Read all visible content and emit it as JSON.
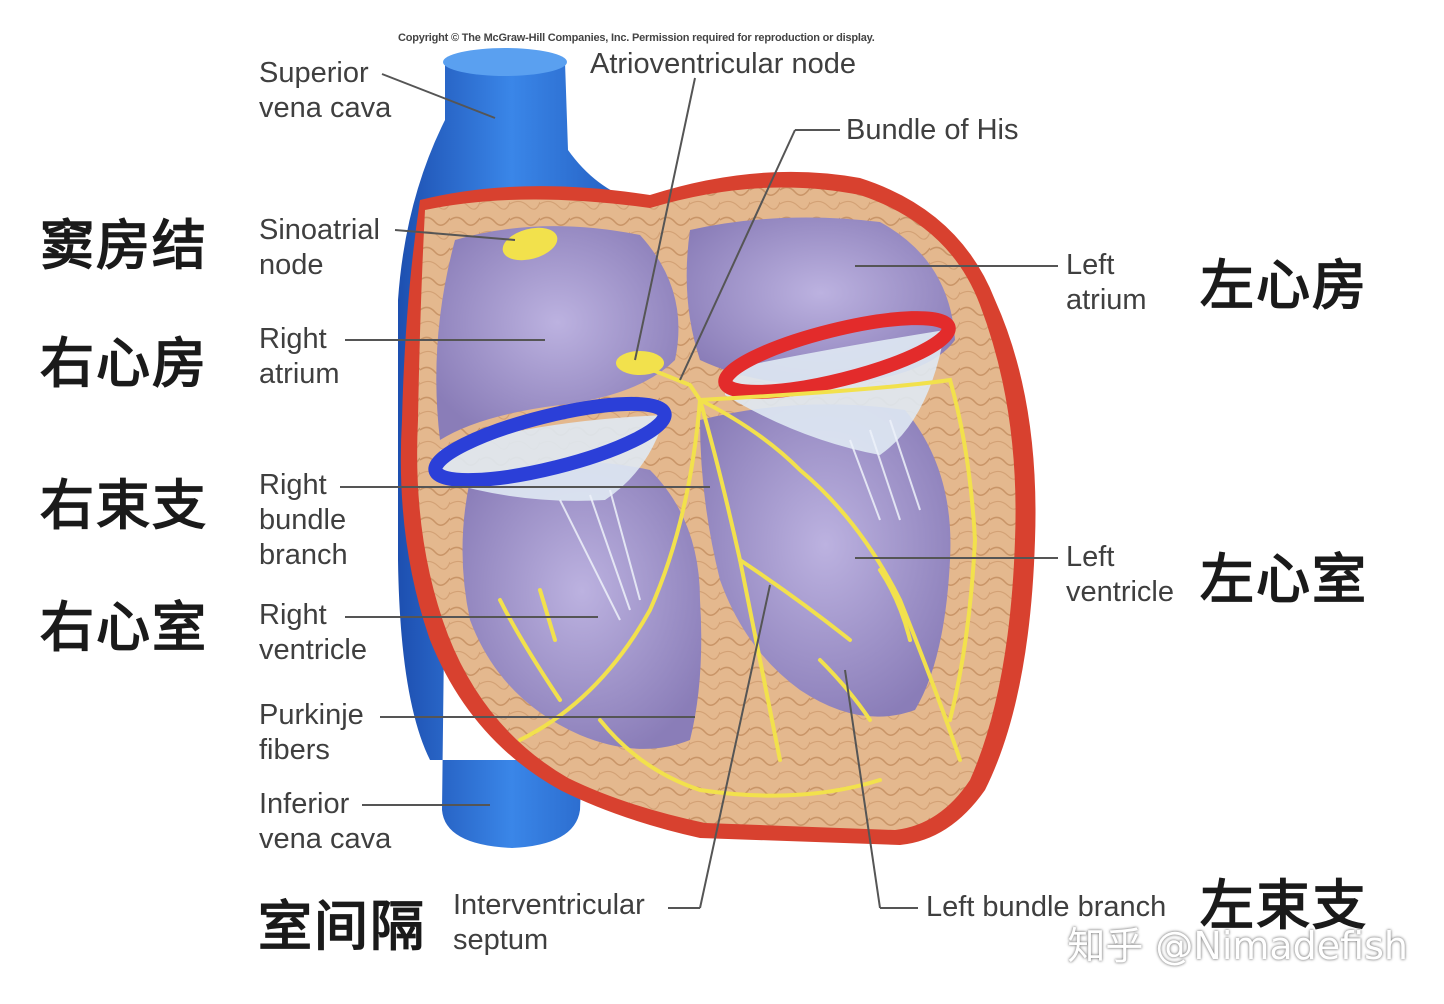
{
  "copyright": "Copyright © The McGraw-Hill Companies, Inc. Permission required for reproduction or display.",
  "labels_en": {
    "superior_vena_cava": [
      "Superior",
      "vena cava"
    ],
    "atrioventricular_node": "Atrioventricular node",
    "bundle_of_his": "Bundle of His",
    "sinoatrial_node": [
      "Sinoatrial",
      "node"
    ],
    "right_atrium": [
      "Right",
      "atrium"
    ],
    "left_atrium": [
      "Left",
      "atrium"
    ],
    "right_bundle_branch": [
      "Right",
      "bundle",
      "branch"
    ],
    "left_ventricle": [
      "Left",
      "ventricle"
    ],
    "right_ventricle": [
      "Right",
      "ventricle"
    ],
    "purkinje_fibers": [
      "Purkinje",
      "fibers"
    ],
    "inferior_vena_cava": [
      "Inferior",
      "vena cava"
    ],
    "interventricular_septum": [
      "Interventricular",
      "septum"
    ],
    "left_bundle_branch": "Left bundle branch"
  },
  "labels_cn": {
    "sinoatrial_node": "窦房结",
    "right_atrium": "右心房",
    "right_bundle_branch": "右束支",
    "right_ventricle": "右心室",
    "interventricular_septum": "室间隔",
    "left_atrium": "左心房",
    "left_ventricle": "左心室",
    "left_bundle_branch": "左束支"
  },
  "watermark": "知乎 @Nimadefish",
  "colors": {
    "vena_cava": "#2f6fd6",
    "myocardium": "#e2b48a",
    "chamber": "#9b8fc4",
    "conduction": "#f2e14c",
    "epicardium_red": "#d8412f",
    "mitral_ring": "#e32b2b",
    "tricuspid_ring": "#2b3fd8"
  }
}
